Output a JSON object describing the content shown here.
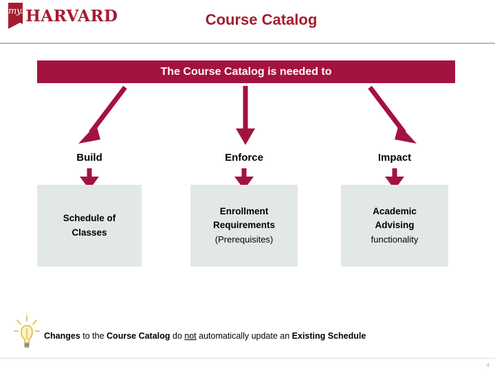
{
  "header": {
    "logo_my": "my.",
    "logo_word": "HARVARD",
    "title": "Course Catalog"
  },
  "banner": {
    "text": "The Course Catalog is needed to"
  },
  "columns": [
    {
      "label": "Build",
      "box_lines": [
        "Schedule of",
        "Classes"
      ],
      "box_sub": ""
    },
    {
      "label": "Enforce",
      "box_lines": [
        "Enrollment",
        "Requirements"
      ],
      "box_sub": "(Prerequisites)"
    },
    {
      "label": "Impact",
      "box_lines": [
        "Academic",
        "Advising"
      ],
      "box_sub": "functionality"
    }
  ],
  "footnote": {
    "part1": "Changes",
    "part2": " to the ",
    "part3": "Course Catalog",
    "part4": " do ",
    "part5": "not",
    "part6": " automatically update an ",
    "part7": "Existing Schedule"
  },
  "icons": {
    "lightbulb": "lightbulb-icon"
  },
  "page_number": "4",
  "colors": {
    "crimson": "#a4123f",
    "logo_red": "#a51c30",
    "box_gray": "#e2e8e8",
    "arrow_red": "#a4123f"
  }
}
